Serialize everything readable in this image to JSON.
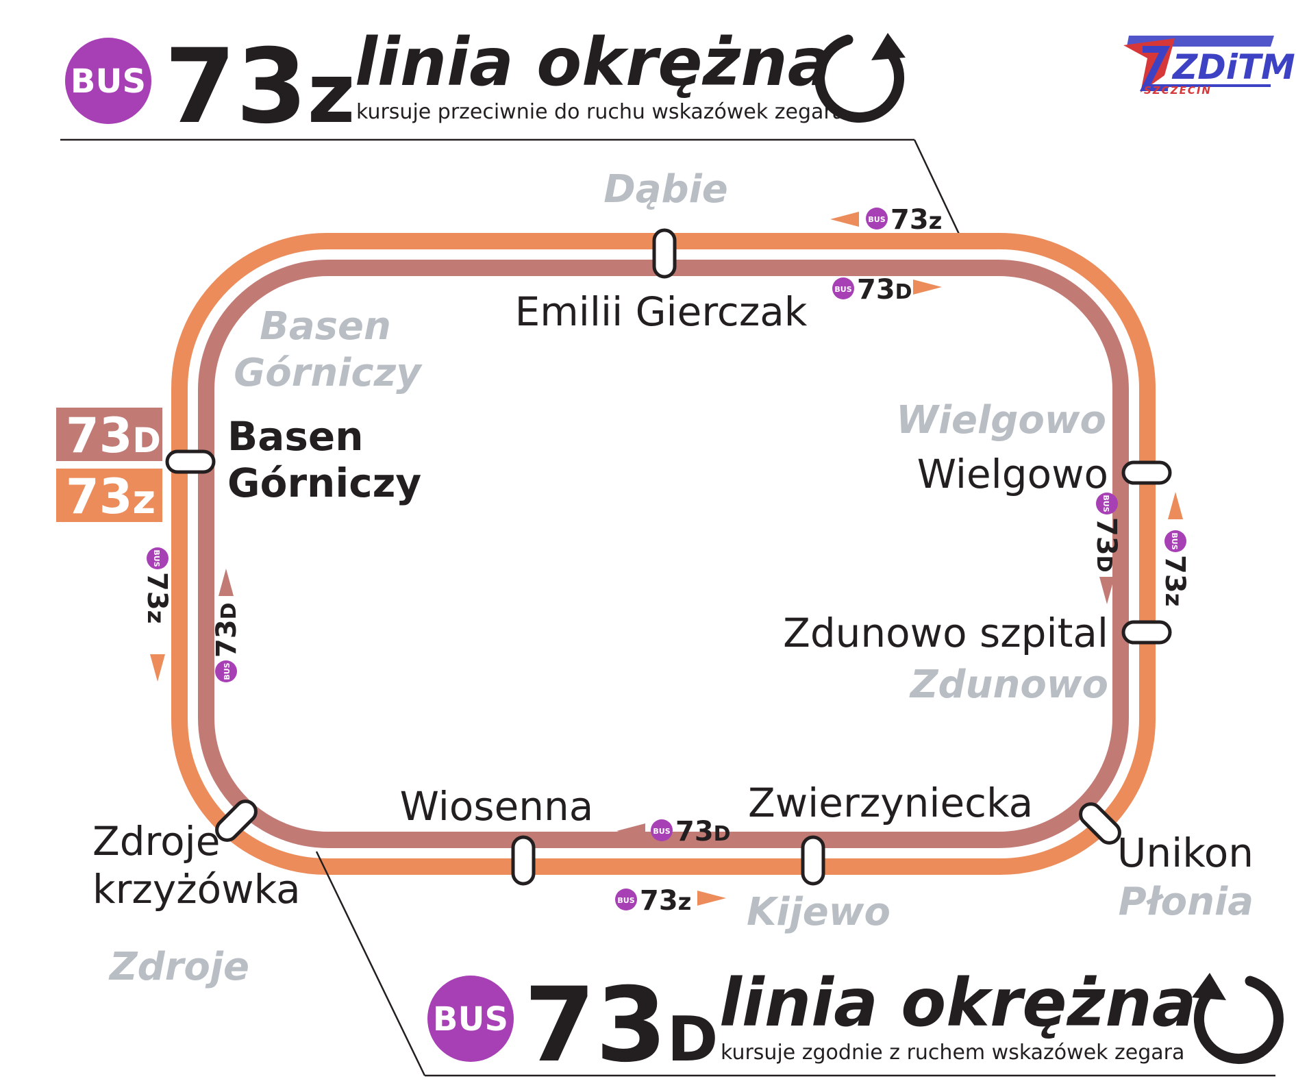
{
  "colors": {
    "route_outer": "#ec8c5b",
    "route_inner": "#c17b74",
    "bus_purple": "#a73fb5",
    "text_dark": "#231f20",
    "district_grey": "#b9bec5",
    "logo_blue": "#3d42c4",
    "logo_red": "#d6383a"
  },
  "logo": {
    "name": "ZDiTM",
    "city": "SZCZECIN"
  },
  "headers": {
    "top": {
      "bus_label": "BUS",
      "number": "73",
      "suffix": "z",
      "title": "linia okrężna",
      "subtitle": "kursuje przeciwnie do ruchu wskazówek zegara",
      "direction_icon": "counterclockwise-arrow-icon"
    },
    "bottom": {
      "bus_label": "BUS",
      "number": "73",
      "suffix": "D",
      "title": "linia okrężna",
      "subtitle": "kursuje zgodnie z ruchem wskazówek zegara",
      "direction_icon": "clockwise-arrow-icon"
    }
  },
  "stops": {
    "emilii": "Emilii Gierczak",
    "basen_1": "Basen",
    "basen_2": "Górniczy",
    "wielgowo": "Wielgowo",
    "zdunowo": "Zdunowo szpital",
    "unikon": "Unikon",
    "zwierzyniecka": "Zwierzyniecka",
    "wiosenna": "Wiosenna",
    "zdroje_1": "Zdroje",
    "zdroje_2": "krzyżówka"
  },
  "districts": {
    "dabie": "Dąbie",
    "basen_1": "Basen",
    "basen_2": "Górniczy",
    "wielgowo": "Wielgowo",
    "zdunowo": "Zdunowo",
    "plonia": "Płonia",
    "kijewo": "Kijewo",
    "zdroje": "Zdroje"
  },
  "terminus_badges": {
    "d": {
      "number": "73",
      "suffix": "D"
    },
    "z": {
      "number": "73",
      "suffix": "z"
    }
  },
  "route_markers": {
    "bus_label": "BUS",
    "number": "73",
    "suffix_z": "z",
    "suffix_d": "D"
  }
}
